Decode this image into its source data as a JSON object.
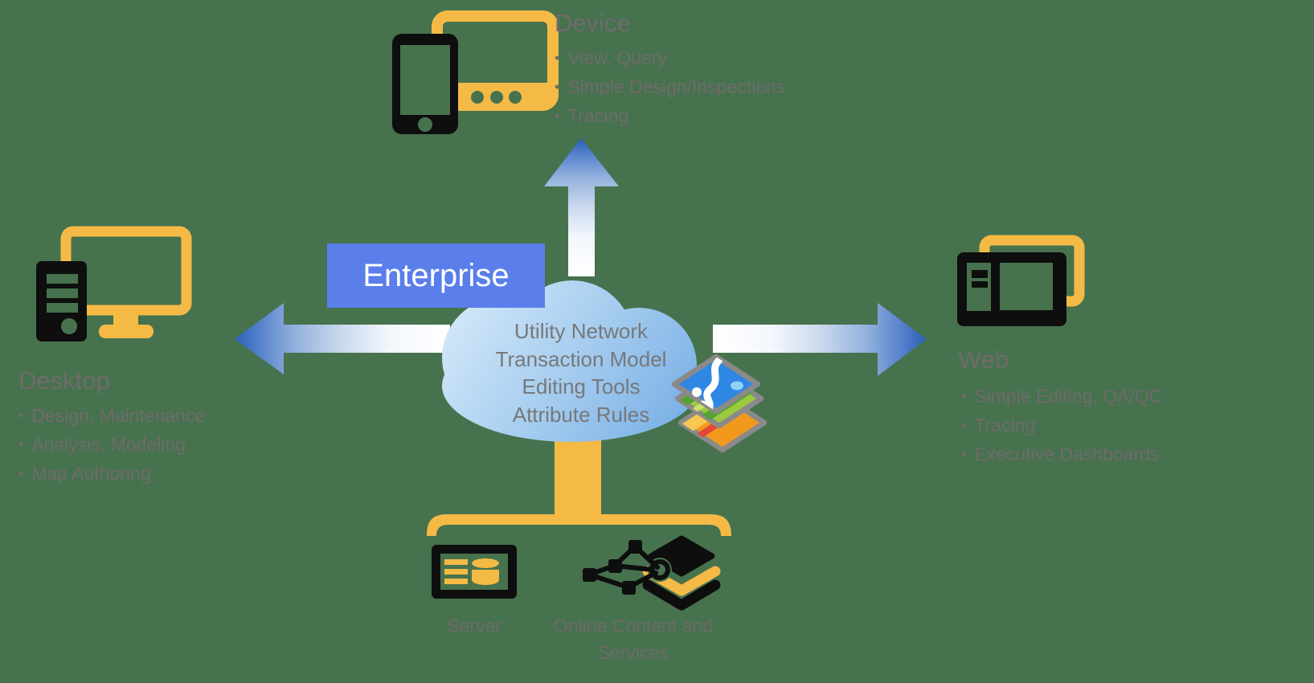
{
  "colors": {
    "background": "#47724E",
    "brand_yellow": "#F5BA45",
    "icon_black": "#0E0E0E",
    "enterprise_blue": "#5A7EEA",
    "arrow_blue_dark": "#2A5FB4",
    "cloud_light": "#D9EBFA",
    "cloud_dark": "#70AAE4",
    "text_gray": "#6F6B6B"
  },
  "enterprise": {
    "label": "Enterprise"
  },
  "cloud": {
    "lines": [
      "Utility Network",
      "Transaction Model",
      "Editing Tools",
      "Attribute Rules"
    ]
  },
  "device": {
    "title": "Device",
    "items": [
      "View, Query",
      "Simple Design/Inspections",
      "Tracing"
    ]
  },
  "desktop": {
    "title": "Desktop",
    "items": [
      "Design, Maintenance",
      "Analysis, Modeling",
      "Map Authoring"
    ]
  },
  "web": {
    "title": "Web",
    "items": [
      "Simple Editing, QA/QC",
      "Tracing",
      "Executive Dashboards"
    ]
  },
  "server": {
    "label": "Server"
  },
  "online_content": {
    "label_line1": "Online Content and",
    "label_line2": "Services"
  },
  "icons": {
    "device": "phone-and-tablet-icon",
    "desktop": "desktop-computer-icon",
    "web": "browser-window-icon",
    "server": "database-server-icon",
    "online_content": "network-and-layers-icon",
    "center": "cloud-shape",
    "map": "map-layers-icon",
    "arrows": [
      "up-arrow",
      "left-arrow",
      "right-arrow"
    ]
  }
}
